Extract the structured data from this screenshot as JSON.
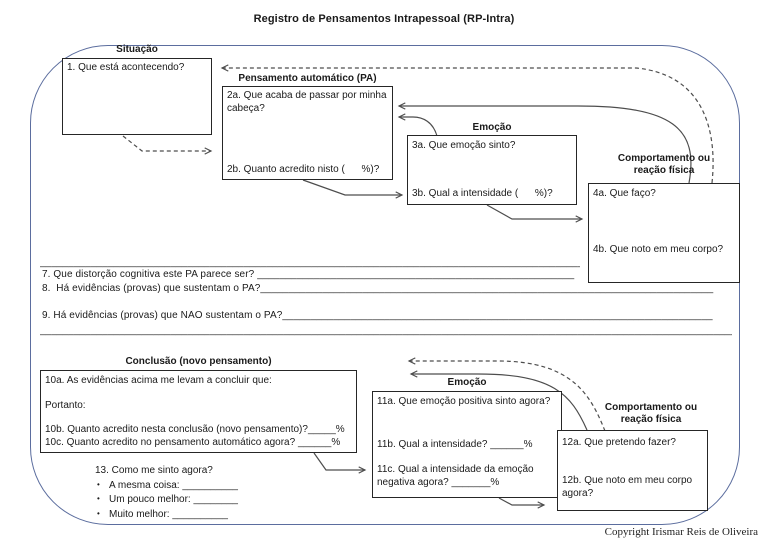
{
  "title": "Registro de Pensamentos Intrapessoal (RP-Intra)",
  "copyright": "Copyright Irismar Reis de Oliveira",
  "colors": {
    "frame_border": "#5b6d9e",
    "box_border": "#262626",
    "arrow": "#4d4d4d",
    "text": "#1a1a1a"
  },
  "top_flow": {
    "situacao": {
      "label": "Situação",
      "q1": "1. Que está acontecendo?"
    },
    "pensamento_automatico": {
      "label": "Pensamento automático (PA)",
      "q2a": "2a. Que acaba de passar por minha cabeça?",
      "q2b": "2b. Quanto acredito nisto (      %)?"
    },
    "emocao": {
      "label": "Emoção",
      "q3a": "3a. Que emoção sinto?",
      "q3b": "3b. Qual a intensidade (      %)?"
    },
    "comportamento": {
      "label_line1": "Comportamento ou",
      "label_line2": "reação física",
      "q4a": "4a. Que faço?",
      "q4b": "4b. Que noto em meu corpo?"
    }
  },
  "questions": {
    "blank_line_top": "________________________________________________________________________________________________________",
    "q7": "7. Que distorção cognitiva este PA parece ser? ________________________________________________________",
    "q8": "8.  Há evidências (provas) que sustentam o PA?________________________________________________________________________________",
    "q9": "9. Há evidências (provas) que NÃO sustentam o PA?____________________________________________________________________________",
    "blank_line_bottom": "____________________________________________________________________________________________________________________________________"
  },
  "bottom_flow": {
    "conclusao": {
      "label": "Conclusão (novo pensamento)",
      "q10a": "10a. As evidências acima me levam a concluir que:",
      "portanto": "Portanto:",
      "q10b": "10b. Quanto acredito nesta conclusão (novo pensamento)?_____%",
      "q10c": "10c. Quanto acredito no pensamento automático agora? ______%"
    },
    "como_me_sinto": {
      "q13": "13. Como me sinto agora?",
      "bullet": "•",
      "options": [
        "A mesma coisa: __________",
        "Um pouco melhor: ________",
        "Muito melhor: __________"
      ]
    },
    "emocao": {
      "label": "Emoção",
      "q11a": "11a. Que emoção positiva sinto agora?",
      "q11b": "11b. Qual a intensidade? ______%",
      "q11c": "11c. Qual a intensidade da emoção negativa agora? _______%"
    },
    "comportamento": {
      "label_line1": "Comportamento ou",
      "label_line2": "reação física",
      "q12a": "12a. Que pretendo fazer?",
      "q12b": "12b. Que noto em meu corpo agora?"
    }
  }
}
